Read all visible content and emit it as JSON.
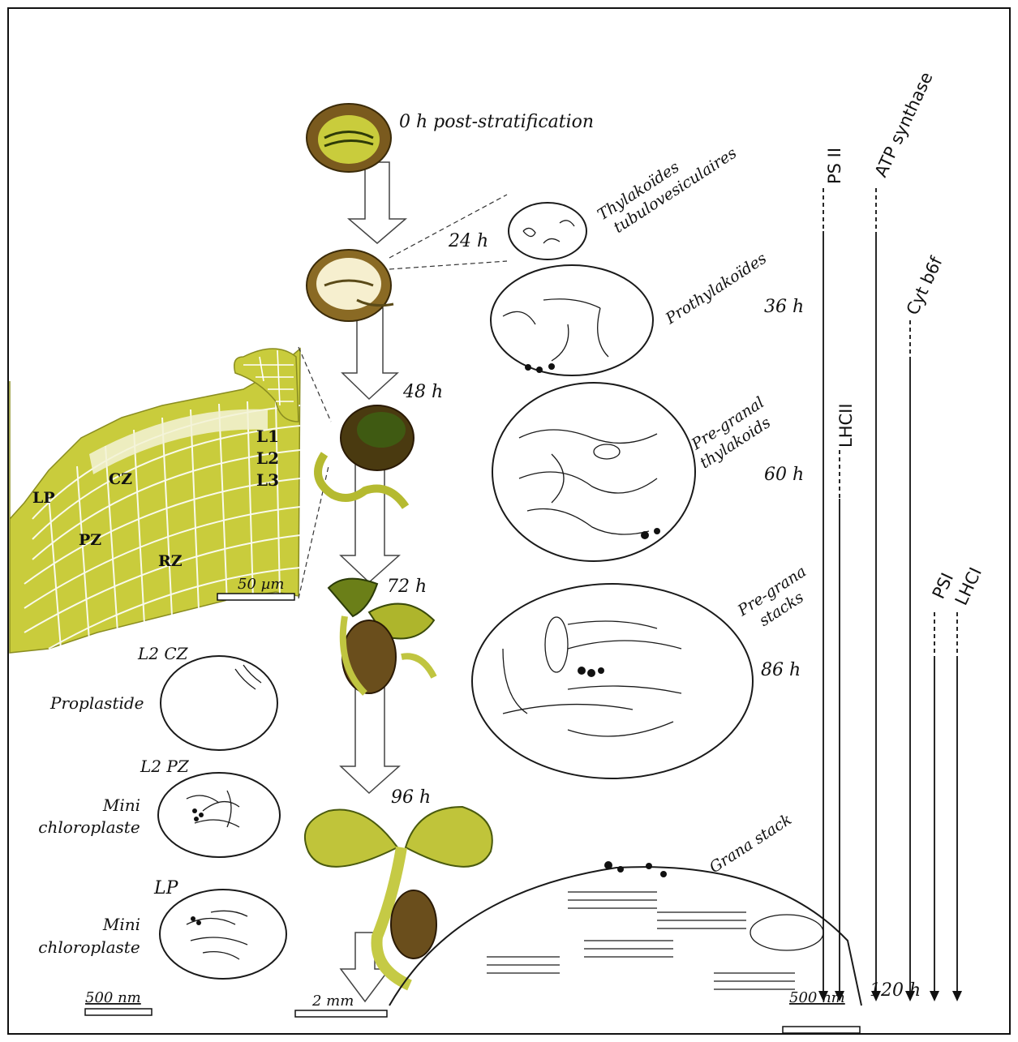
{
  "timepoints": {
    "t0": "0 h post-stratification",
    "t24": "24 h",
    "t36": "36 h",
    "t48": "48 h",
    "t60": "60 h",
    "t72": "72 h",
    "t86": "86 h",
    "t96": "96 h",
    "t120": "120 h"
  },
  "plastid_stages": {
    "tubulo_line1": "Thylakoïdes",
    "tubulo_line2": "tubulovesiculaires",
    "prothylakoides": "Prothylakoïdes",
    "pregranal_line1": "Pre-granal",
    "pregranal_line2": "thylakoids",
    "pregrana_line1": "Pre-grana",
    "pregrana_line2": "stacks",
    "grana": "Grana stack"
  },
  "complexes": {
    "psii": "PS II",
    "atp": "ATP synthase",
    "cyt": "Cyt b6f",
    "lhcii": "LHCII",
    "psi": "PSI",
    "lhci": "LHCI"
  },
  "meristem": {
    "l1": "L1",
    "l2": "L2",
    "l3": "L3",
    "cz": "CZ",
    "lp": "LP",
    "pz": "PZ",
    "rz": "RZ",
    "scale": "50 µm"
  },
  "proplastids": {
    "l2cz": "L2 CZ",
    "proplastide": "Proplastide",
    "l2pz": "L2 PZ",
    "mini1_line1": "Mini",
    "mini1_line2": "chloroplaste",
    "lp": "LP",
    "mini2_line1": "Mini",
    "mini2_line2": "chloroplaste"
  },
  "scale_bars": {
    "left": "500 nm",
    "middle": "2 mm",
    "right": "500 nm"
  },
  "colors": {
    "leaf_green": "#bfc53a",
    "dark_green": "#3f5a12",
    "seed_brown": "#7a5a1e",
    "ink": "#1a1a1a"
  }
}
